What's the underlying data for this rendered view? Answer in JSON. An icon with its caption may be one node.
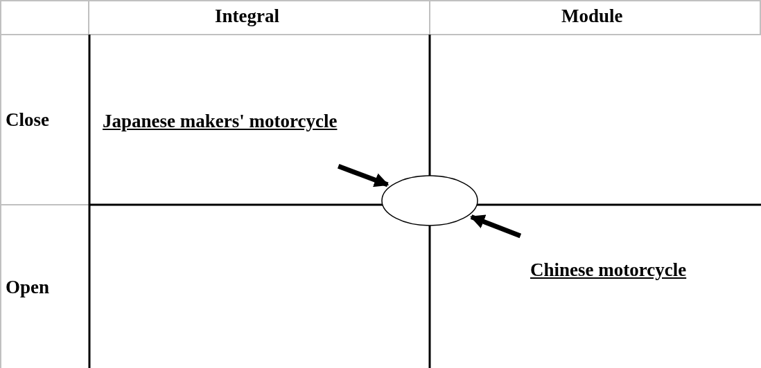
{
  "diagram": {
    "nodes": [
      {
        "text": [
          "Japanese makers' motorcycle"
        ]
      },
      {
        "text": [
          "Chinese motorcycle"
        ]
      },
      {
        "text": [],
        "shape": "ellipse"
      }
    ],
    "edges": [
      {
        "from": 0,
        "to": 2,
        "arrow": "to"
      },
      {
        "from": 1,
        "to": 2,
        "arrow": "to"
      }
    ],
    "labels": [
      "Integral",
      "Module",
      "Close",
      "Open"
    ]
  }
}
